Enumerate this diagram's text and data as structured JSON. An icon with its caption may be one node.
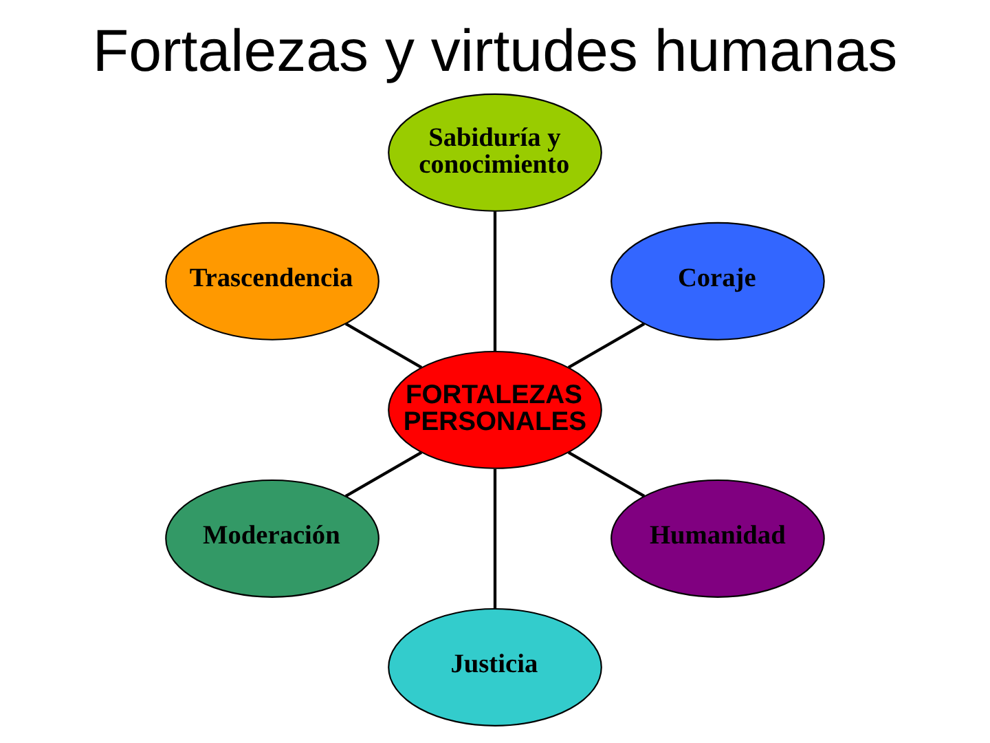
{
  "diagram": {
    "title": "Fortalezas y virtudes humanas",
    "nodes": [
      {
        "text": [
          "Sabiduría y conocimiento"
        ]
      },
      {
        "text": [
          "Trascendencia"
        ]
      },
      {
        "text": [
          "Coraje"
        ]
      },
      {
        "text": [
          "FORTALEZAS PERSONALES"
        ]
      },
      {
        "text": [
          "Moderación"
        ]
      },
      {
        "text": [
          "Humanidad"
        ]
      },
      {
        "text": [
          "Justicia"
        ]
      }
    ],
    "edges": [
      {
        "from": 3,
        "to": 2,
        "arrow": "none"
      },
      {
        "from": 3,
        "to": 0,
        "arrow": "none"
      },
      {
        "from": 3,
        "to": 1,
        "arrow": "none"
      },
      {
        "from": 3,
        "to": 4,
        "arrow": "none"
      },
      {
        "from": 3,
        "to": 6,
        "arrow": "none"
      },
      {
        "from": 3,
        "to": 5,
        "arrow": "none"
      }
    ]
  }
}
